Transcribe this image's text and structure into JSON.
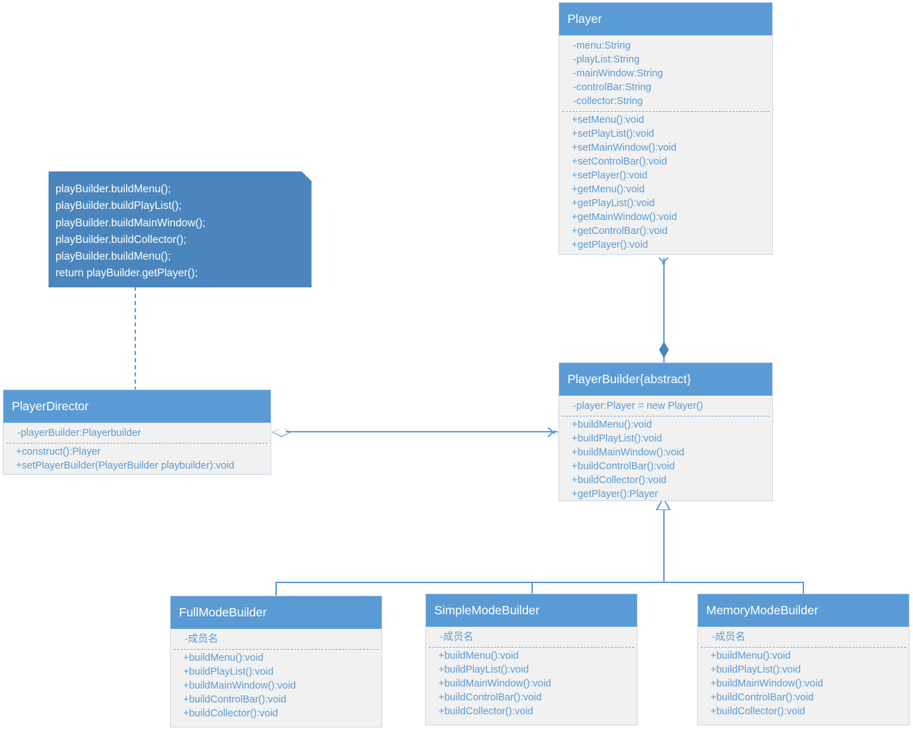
{
  "diagram": {
    "type": "uml-class-diagram",
    "title": "Builder Pattern - Player",
    "colors": {
      "header_fill": "#5b9bd5",
      "body_fill": "#f1f1f1",
      "text_blue": "#5b9bd5",
      "note_fill": "#4a85bd",
      "note_text": "#ffffff",
      "border": "#c8d7e6"
    }
  },
  "classes": {
    "player": {
      "name": "Player",
      "attributes": [
        "-menu:String",
        "-playList:String",
        "-mainWindow:String",
        "-controlBar:String",
        "-collector:String"
      ],
      "methods": [
        "+setMenu():void",
        "+setPlayList():void",
        "+setMainWindow():void",
        "+setControlBar():void",
        "+setPlayer():void",
        "+getMenu():void",
        "+getPlayList():void",
        "+getMainWindow():void",
        "+getControlBar():void",
        "+getPlayer():void"
      ]
    },
    "player_builder": {
      "name": "PlayerBuilder{abstract}",
      "attributes": [
        "-player:Player = new Player()"
      ],
      "methods": [
        "+buildMenu():void",
        "+buildPlayList():void",
        "+buildMainWindow():void",
        "+buildControlBar():void",
        "+buildCollector():void",
        "+getPlayer():Player"
      ]
    },
    "player_director": {
      "name": "PlayerDirector",
      "attributes": [
        "-playerBuilder:Playerbuilder"
      ],
      "methods": [
        "+construct():Player",
        "+setPlayerBuilder(PlayerBuilder playbuilder):void"
      ]
    },
    "full_mode_builder": {
      "name": "FullModeBuilder",
      "attributes": [
        "-成员名"
      ],
      "methods": [
        "+buildMenu():void",
        "+buildPlayList():void",
        "+buildMainWindow():void",
        "+buildControlBar():void",
        "+buildCollector():void"
      ]
    },
    "simple_mode_builder": {
      "name": "SimpleModeBuilder",
      "attributes": [
        "-成员名"
      ],
      "methods": [
        "+buildMenu():void",
        "+buildPlayList():void",
        "+buildMainWindow():void",
        "+buildControlBar():void",
        "+buildCollector():void"
      ]
    },
    "memory_mode_builder": {
      "name": "MemoryModeBuilder",
      "attributes": [
        "-成员名"
      ],
      "methods": [
        "+buildMenu():void",
        "+buildPlayList():void",
        "+buildMainWindow():void",
        "+buildControlBar():void",
        "+buildCollector():void"
      ]
    }
  },
  "note": {
    "lines": [
      "playBuilder.buildMenu();",
      "playBuilder.buildPlayList();",
      "playBuilder.buildMainWindow();",
      "playBuilder.buildCollector();",
      "playBuilder.buildMenu();",
      "return playBuilder.getPlayer();"
    ]
  },
  "relationships": [
    {
      "id": "player-builder-composition",
      "kind": "composition",
      "from": "PlayerBuilder{abstract}",
      "to": "Player",
      "source_decoration": "filled-diamond",
      "target_decoration": "open-arrow"
    },
    {
      "id": "director-builder-aggregation",
      "kind": "aggregation",
      "from": "PlayerDirector",
      "to": "PlayerBuilder{abstract}",
      "source_decoration": "hollow-diamond",
      "target_decoration": "open-arrow"
    },
    {
      "id": "fullmode-generalization",
      "kind": "generalization",
      "from": "FullModeBuilder",
      "to": "PlayerBuilder{abstract}",
      "target_decoration": "hollow-triangle"
    },
    {
      "id": "simplemode-generalization",
      "kind": "generalization",
      "from": "SimpleModeBuilder",
      "to": "PlayerBuilder{abstract}",
      "target_decoration": "hollow-triangle"
    },
    {
      "id": "memorymode-generalization",
      "kind": "generalization",
      "from": "MemoryModeBuilder",
      "to": "PlayerBuilder{abstract}",
      "target_decoration": "hollow-triangle"
    },
    {
      "id": "note-anchor",
      "kind": "note-link",
      "from": "note",
      "to": "PlayerDirector",
      "style": "dashed"
    }
  ]
}
